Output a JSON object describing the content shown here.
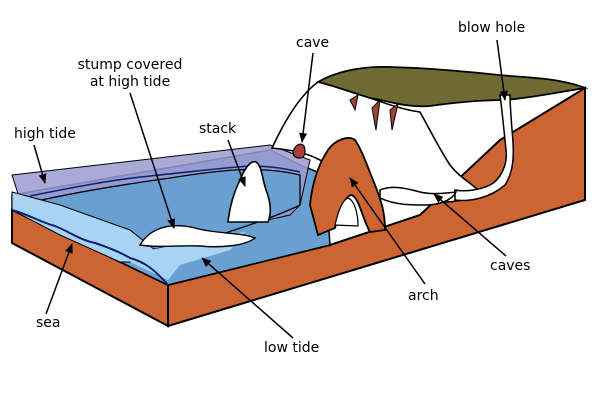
{
  "labels": {
    "cave": "cave",
    "blow_hole": "blow hole",
    "stump_line1": "stump covered",
    "stump_line2": "at high tide",
    "high_tide": "high tide",
    "stack": "stack",
    "caves": "caves",
    "arch": "arch",
    "sea": "sea",
    "low_tide": "low tide"
  },
  "colors": {
    "rock": "#cd6533",
    "grass": "#6e6a32",
    "high_tide_water": "#9b9bd2",
    "sea": "#6a9fd2",
    "low_tide_band": "#a8d4f4",
    "chalk": "#ffffff",
    "cave_interior": "#a8403a",
    "outline": "#000000"
  }
}
